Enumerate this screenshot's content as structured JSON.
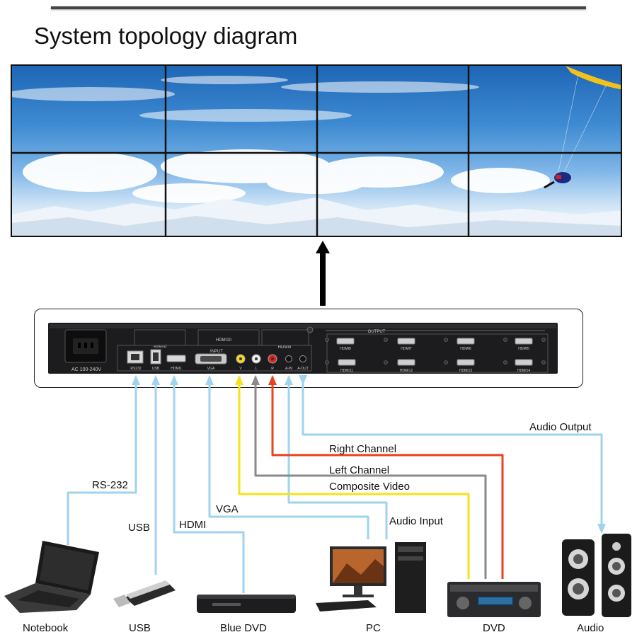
{
  "title": "System topology diagram",
  "device": {
    "power_label": "AC 100-240V",
    "output_group": "OUTPUT",
    "input_group": "INPUT",
    "extend_label": "extend",
    "hdmi10": "HDMI10",
    "hdmi9": "HDMI9",
    "port_rs232": "RS232",
    "port_usb": "USB",
    "port_hdmi1": "HDMI1",
    "port_vga": "VGA",
    "port_v": "V",
    "port_l": "L",
    "port_r": "R",
    "port_ain": "A-IN",
    "port_aout": "A-OUT",
    "outputs_top": [
      "HDMI8",
      "HDMI7",
      "HDMI6",
      "HDMI5"
    ],
    "outputs_bottom": [
      "HDMI11",
      "HDMI12",
      "HDMI13",
      "HDMI14"
    ]
  },
  "connections": {
    "rs232": "RS-232",
    "usb": "USB",
    "hdmi": "HDMI",
    "vga": "VGA",
    "audio_input": "Audio Input",
    "composite_video": "Composite Video",
    "left_channel": "Left Channel",
    "right_channel": "Right Channel",
    "audio_output": "Audio Output"
  },
  "devices": {
    "notebook": "Notebook",
    "usb": "USB",
    "blue_dvd": "Blue DVD",
    "pc": "PC",
    "dvd": "DVD",
    "audio": "Audio"
  },
  "colors": {
    "light_blue": "#9fd3ee",
    "yellow": "#f6e21c",
    "gray": "#8a8a8a",
    "red": "#e8421c"
  }
}
